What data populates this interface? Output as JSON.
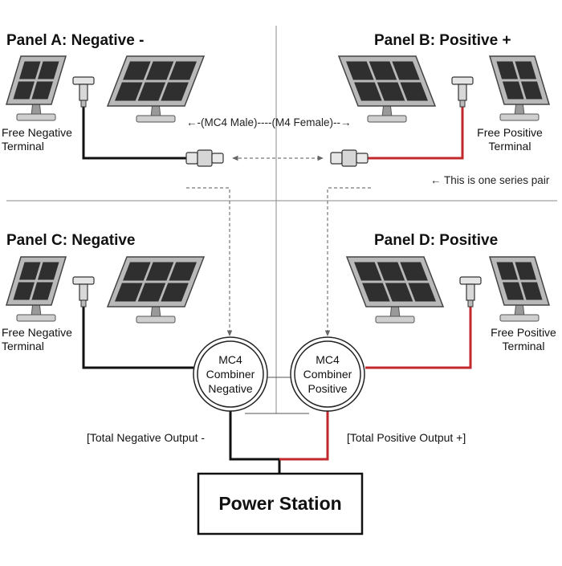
{
  "panels": {
    "a": {
      "title": "Panel A: Negative -",
      "terminal_line1": "Free Negative",
      "terminal_line2": "Terminal"
    },
    "b": {
      "title": "Panel B: Positive +",
      "terminal_line1": "Free Positive",
      "terminal_line2": "Terminal"
    },
    "c": {
      "title": "Panel C: Negative",
      "terminal_line1": "Free Negative",
      "terminal_line2": "Terminal"
    },
    "d": {
      "title": "Panel D: Positive",
      "terminal_line1": "Free Positive",
      "terminal_line2": "Terminal"
    }
  },
  "connectors": {
    "label": "←-(MC4 Male)----(M4 Female)--→",
    "series_note": "← This is one series pair"
  },
  "combiners": {
    "negative": {
      "line1": "MC4",
      "line2": "Combiner",
      "line3": "Negative"
    },
    "positive": {
      "line1": "MC4",
      "line2": "Combiner",
      "line3": "Positive"
    }
  },
  "outputs": {
    "negative": "[Total Negative Output -",
    "positive": "[Total Positive Output +]"
  },
  "power_station": {
    "label": "Power Station"
  },
  "colors": {
    "positive_wire": "#c0282c",
    "negative_wire": "#111111",
    "panel_cell": "#2f2f2f",
    "panel_frame": "#b9b9b9"
  }
}
